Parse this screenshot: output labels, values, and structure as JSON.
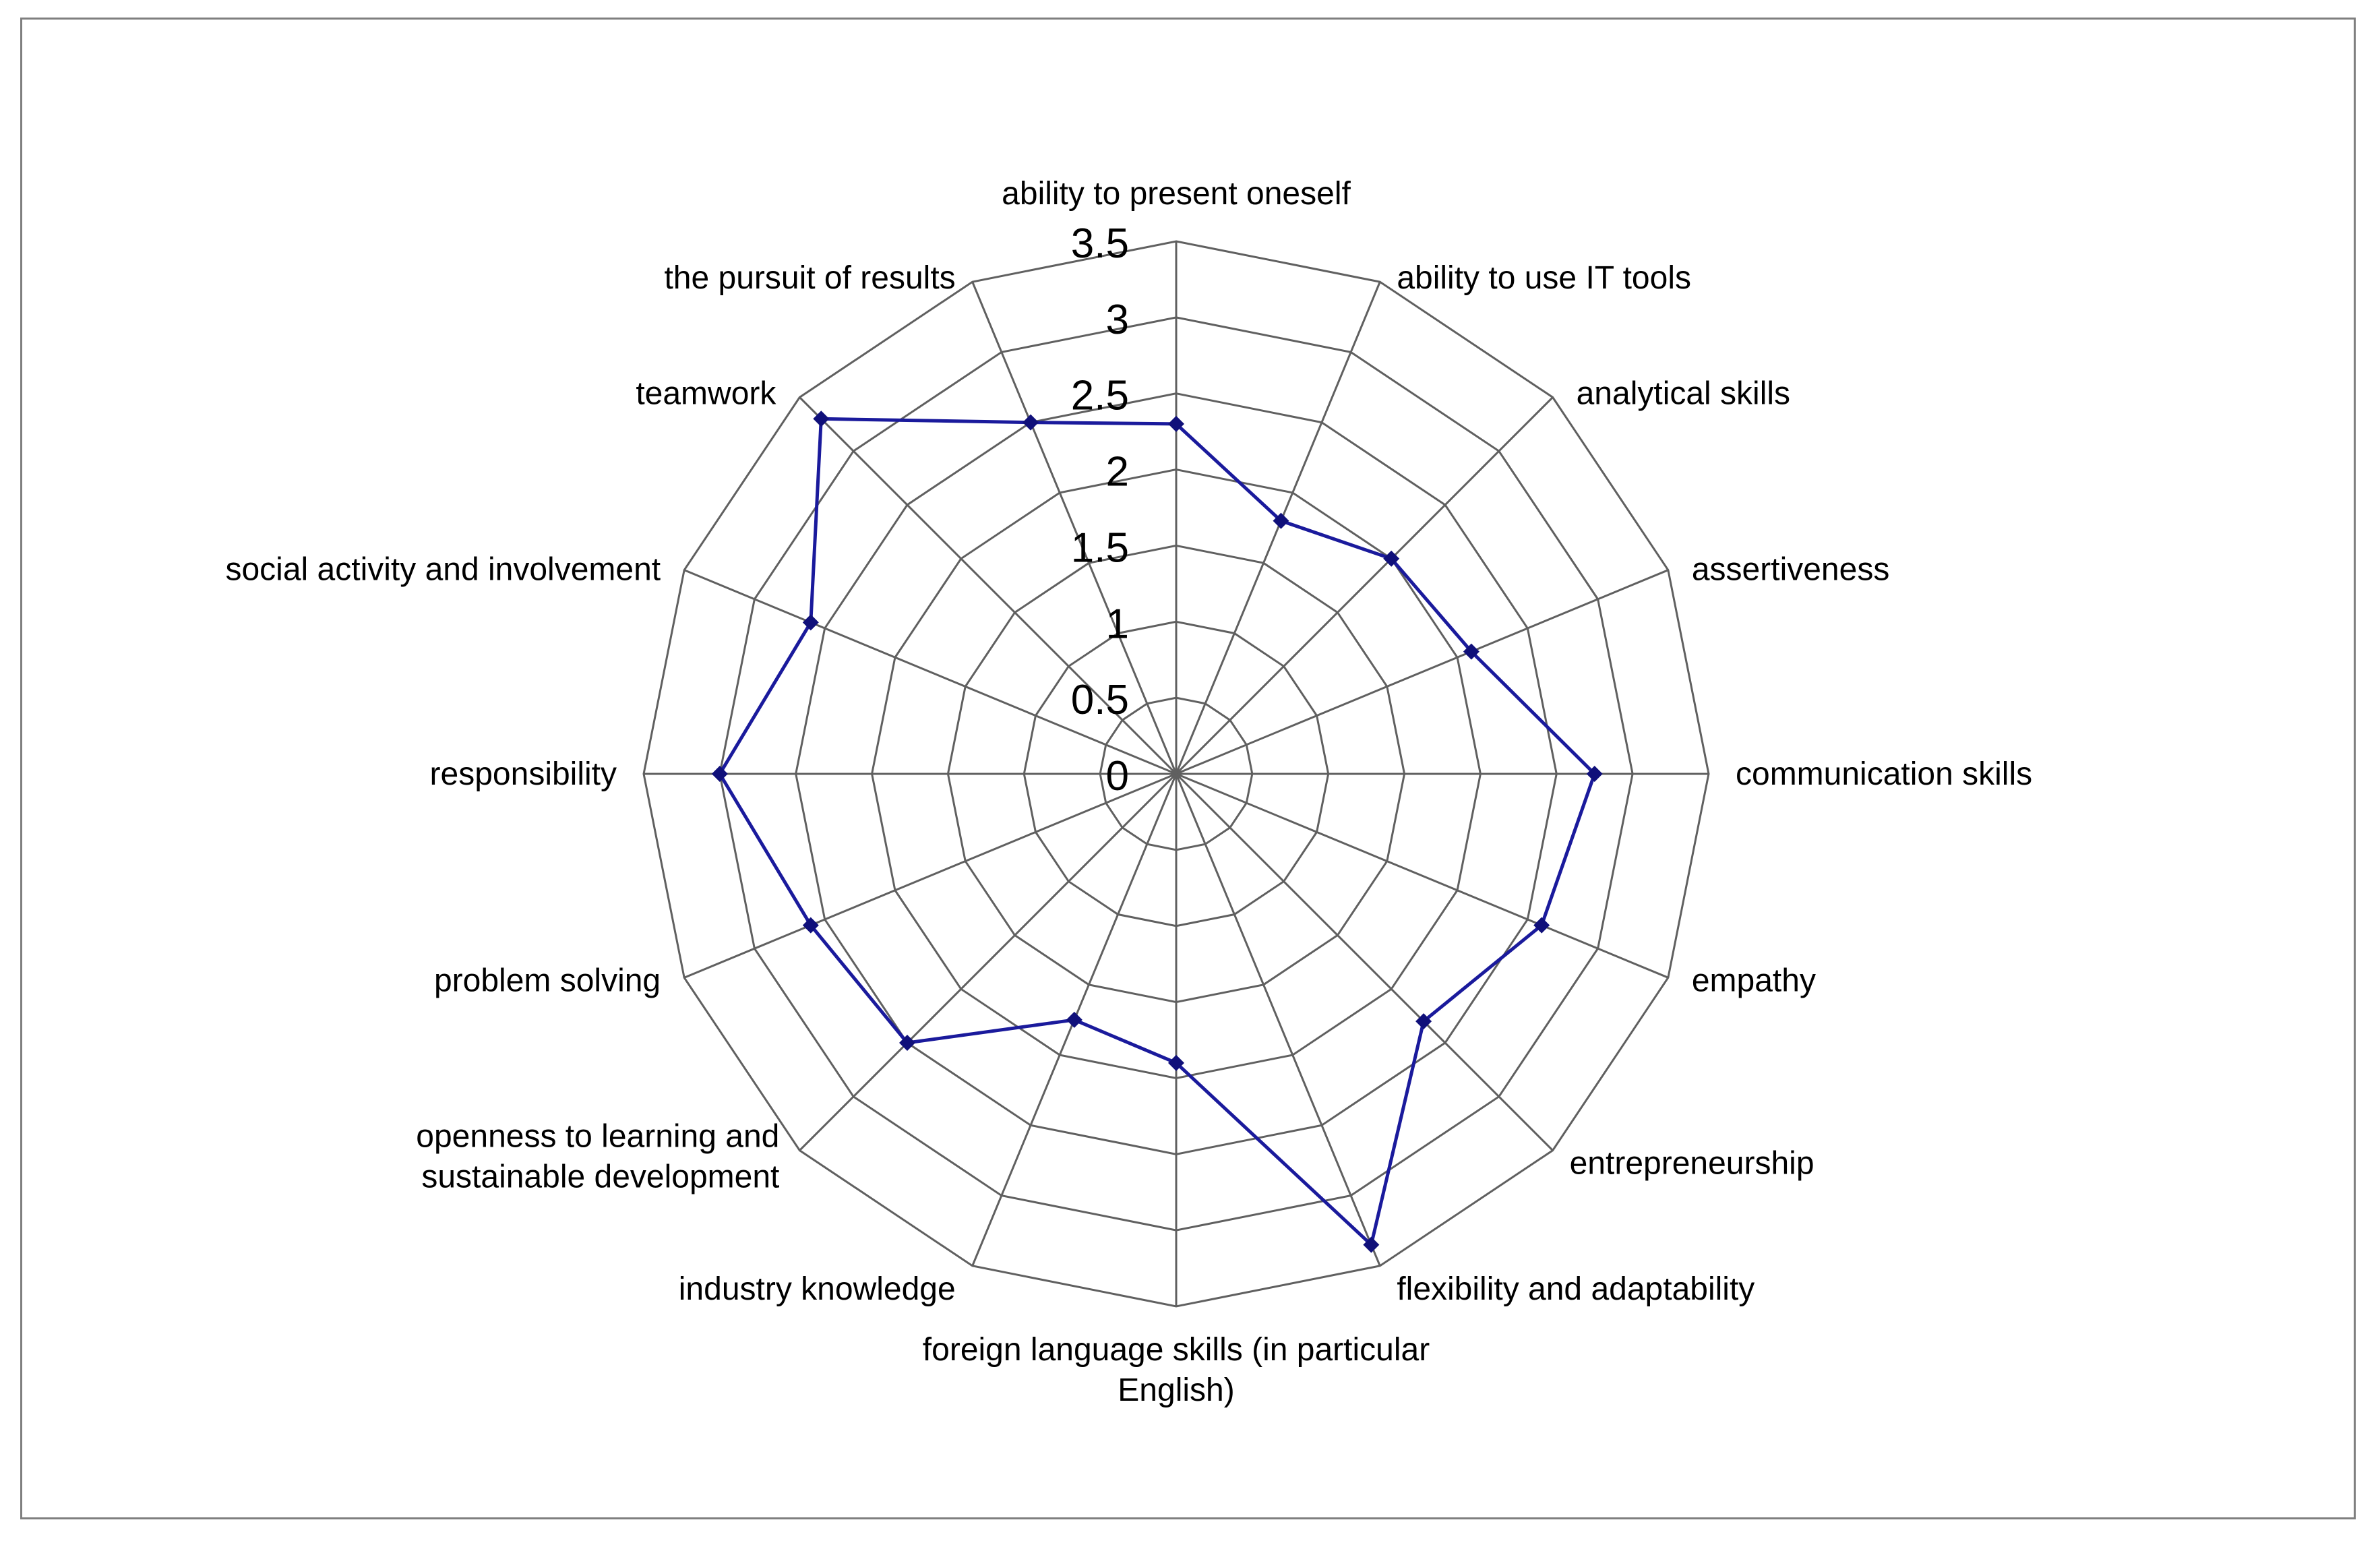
{
  "chart_data": {
    "type": "radar",
    "categories": [
      "ability to present oneself",
      "ability to use IT tools",
      "analytical skills",
      "assertiveness",
      "communication skills",
      "empathy",
      "entrepreneurship",
      "flexibility and adaptability",
      "foreign language skills (in particular English)",
      "industry knowledge",
      "openness to learning and sustainable development",
      "problem solving",
      "responsibility",
      "social activity and involvement",
      "teamwork",
      "the pursuit of results"
    ],
    "series": [
      {
        "values": [
          2.3,
          1.8,
          2.0,
          2.1,
          2.75,
          2.6,
          2.3,
          3.35,
          1.9,
          1.75,
          2.5,
          2.6,
          3.0,
          2.6,
          3.3,
          2.5
        ]
      }
    ],
    "rlim": [
      0,
      3.5
    ],
    "ticks": [
      "0",
      "0.5",
      "1",
      "1.5",
      "2",
      "2.5",
      "3",
      "3.5"
    ],
    "tick_values": [
      0,
      0.5,
      1,
      1.5,
      2,
      2.5,
      3,
      3.5
    ],
    "grid": true,
    "legend": "none",
    "colors": {
      "series": "#1a1a9c",
      "grid": "#606060",
      "frame": "#7f7f7f"
    }
  }
}
